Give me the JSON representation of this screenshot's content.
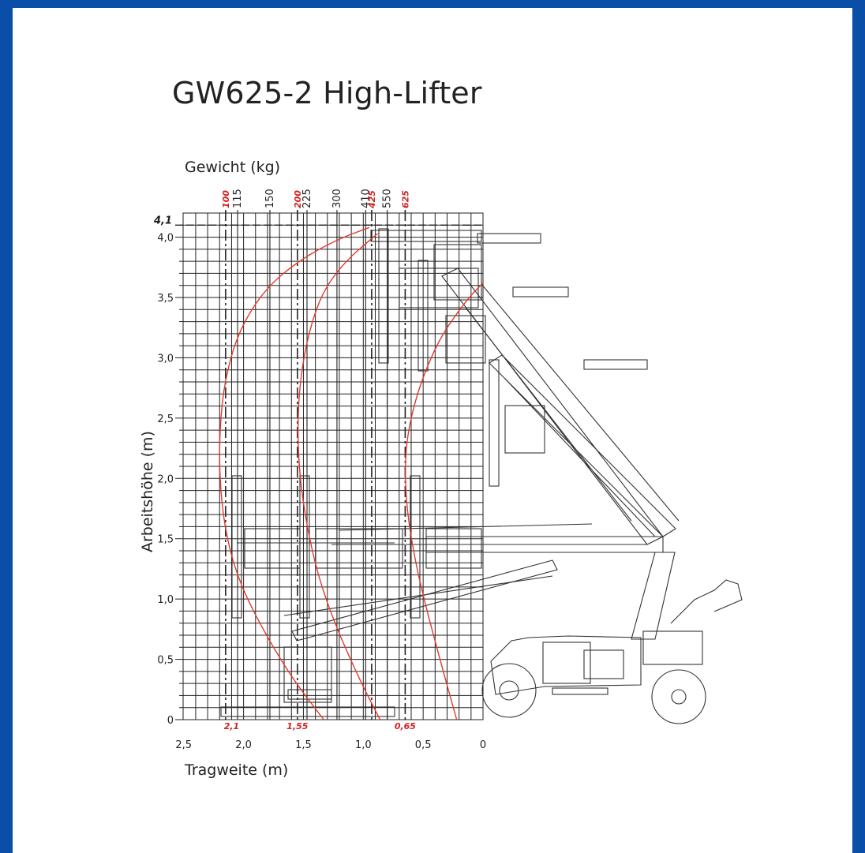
{
  "colors": {
    "frame": "#0a4ea8",
    "curve": "#e03a2c",
    "accent_label": "#d42020",
    "ink": "#222222"
  },
  "page": {
    "title": "GW625-2 High-Lifter"
  },
  "chart_data": {
    "type": "line",
    "title": "GW625-2 High-Lifter",
    "xlabel": "Tragweite (m)",
    "ylabel": "Arbeitshöhe (m)",
    "top_axis_label": "Gewicht (kg)",
    "x_reversed": true,
    "xlim": [
      0,
      2.5
    ],
    "ylim": [
      0,
      4.1
    ],
    "grid": true,
    "x_ticks": [
      "2,5",
      "2,0",
      "1,5",
      "1,0",
      "0,5",
      "0"
    ],
    "y_ticks": [
      "0",
      "0,5",
      "1,0",
      "1,5",
      "2,0",
      "2,5",
      "3,0",
      "3,5",
      "4,0"
    ],
    "marked_height": "4,1",
    "marked_reaches": [
      {
        "label": "2,1",
        "x": 2.1
      },
      {
        "label": "1,55",
        "x": 1.55
      },
      {
        "label": "0,65",
        "x": 0.65
      }
    ],
    "weight_lines": [
      {
        "label": "100",
        "x": 2.15,
        "style": "dashed",
        "highlight": true
      },
      {
        "label": "115",
        "x": 2.05,
        "style": "solid",
        "highlight": false
      },
      {
        "label": "150",
        "x": 1.78,
        "style": "solid",
        "highlight": false
      },
      {
        "label": "200",
        "x": 1.55,
        "style": "dashed",
        "highlight": true
      },
      {
        "label": "225",
        "x": 1.47,
        "style": "solid",
        "highlight": false
      },
      {
        "label": "300",
        "x": 1.22,
        "style": "solid",
        "highlight": false
      },
      {
        "label": "410",
        "x": 0.98,
        "style": "solid",
        "highlight": false
      },
      {
        "label": "425",
        "x": 0.93,
        "style": "dashed",
        "highlight": true
      },
      {
        "label": "550",
        "x": 0.8,
        "style": "solid",
        "highlight": false
      },
      {
        "label": "625",
        "x": 0.65,
        "style": "dashed",
        "highlight": true
      }
    ],
    "series": [
      {
        "x": [
          1.33,
          1.6,
          1.87,
          2.06,
          2.16,
          2.2,
          2.2,
          2.16,
          2.05,
          1.84,
          1.55,
          1.22,
          0.95
        ],
        "y": [
          0,
          0.35,
          0.8,
          1.2,
          1.6,
          2.0,
          2.4,
          2.8,
          3.2,
          3.55,
          3.8,
          3.98,
          4.08
        ]
      },
      {
        "x": [
          0.86,
          1.04,
          1.24,
          1.38,
          1.47,
          1.53,
          1.55,
          1.53,
          1.46,
          1.34,
          1.15,
          0.94,
          0.88
        ],
        "y": [
          0,
          0.35,
          0.8,
          1.2,
          1.6,
          2.0,
          2.4,
          2.8,
          3.2,
          3.55,
          3.8,
          3.98,
          4.03
        ]
      },
      {
        "x": [
          0.22,
          0.36,
          0.52,
          0.6,
          0.64,
          0.65,
          0.64,
          0.58,
          0.48,
          0.34,
          0.12,
          0.0
        ],
        "y": [
          0,
          0.5,
          1.1,
          1.5,
          1.8,
          2.05,
          2.3,
          2.6,
          2.9,
          3.2,
          3.5,
          3.62
        ]
      }
    ]
  }
}
